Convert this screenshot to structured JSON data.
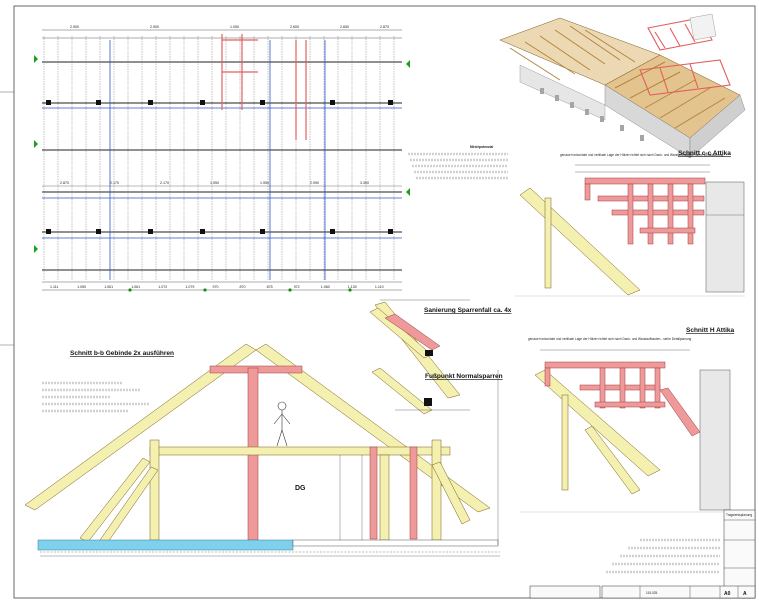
{
  "sections": {
    "bb_title": "Schnitt b-b Gebinde  2x ausführen",
    "cc_title": "Schnitt c-c Attika",
    "hh_title": "Schnitt H Attika",
    "sanierung_title": "Sanierung Sparrenfall ca. 4x",
    "fusspunkt_title": "Fußpunkt Normalsparren",
    "dg_label": "DG",
    "cc_note": "genaue horizontale und vertikale Lage der Hölzer richtet sich nach Dach- und Wandaufbauten - siehe Detailplanung",
    "hh_note": "genaue horizontale und vertikale Lage der Hölzer richtet sich nach Dach- und Wandaufbauten - siehe Detailplanung",
    "mirror_title": "Mirichpotenzial"
  },
  "plan_dims": {
    "top": [
      "2.900",
      "2.900",
      "1.050",
      "2.600",
      "2.650",
      "2.870"
    ],
    "mid": [
      "2.870",
      "2.170",
      "2.170",
      "1.950",
      "1.950",
      "2.990",
      "3.300"
    ],
    "bottom": [
      "1.111",
      "1.050",
      "1.061",
      "1.061",
      "1.072",
      "1.079",
      "970",
      "870",
      "875",
      "972",
      "1.060",
      "1.130",
      "1.110"
    ]
  },
  "titleblock": {
    "header": "Tragwerksplanung",
    "format": "A0",
    "index": "A",
    "drawing_no": "115.025"
  },
  "colors": {
    "timber_new": "#ef9a9a",
    "timber_existing": "#f3f0b0",
    "timber_outline": "#7a5a1a",
    "steel": "#7fd0ea",
    "grid_blue": "#3355cc",
    "marker_green": "#1aa01a",
    "roof_wood": "#d9b27a"
  }
}
